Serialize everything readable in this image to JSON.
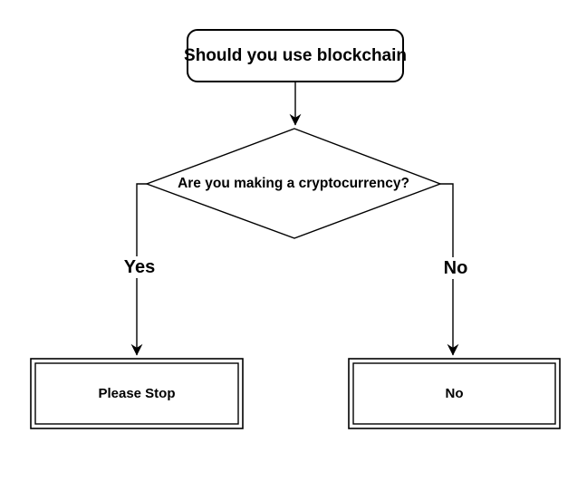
{
  "diagram": {
    "title": "Should you use blockchain flowchart",
    "background_color": "#ffffff",
    "stroke_color": "#000000",
    "text_color": "#000000",
    "nodes": {
      "start": {
        "label": "Should you use blockchain",
        "type": "rounded-rectangle"
      },
      "decision": {
        "label": "Are you making a cryptocurrency?",
        "type": "diamond"
      },
      "outcome_yes": {
        "label": "Please Stop",
        "type": "double-border-rectangle"
      },
      "outcome_no": {
        "label": "No",
        "type": "double-border-rectangle"
      }
    },
    "edges": {
      "start_to_decision": {
        "label": ""
      },
      "decision_to_outcome_yes": {
        "label": "Yes"
      },
      "decision_to_outcome_no": {
        "label": "No"
      }
    }
  }
}
